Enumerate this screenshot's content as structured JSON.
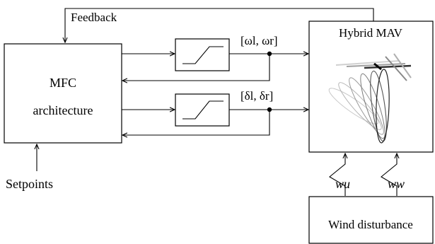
{
  "labels": {
    "feedback": "Feedback",
    "mfc_line1": "MFC",
    "mfc_line2": "architecture",
    "setpoints": "Setpoints",
    "mav_title": "Hybrid MAV",
    "wind": "Wind disturbance",
    "omega_signal": "[ωl, ωr]",
    "delta_signal": "[δl, δr]",
    "wu": "wu",
    "ww": "ww"
  }
}
